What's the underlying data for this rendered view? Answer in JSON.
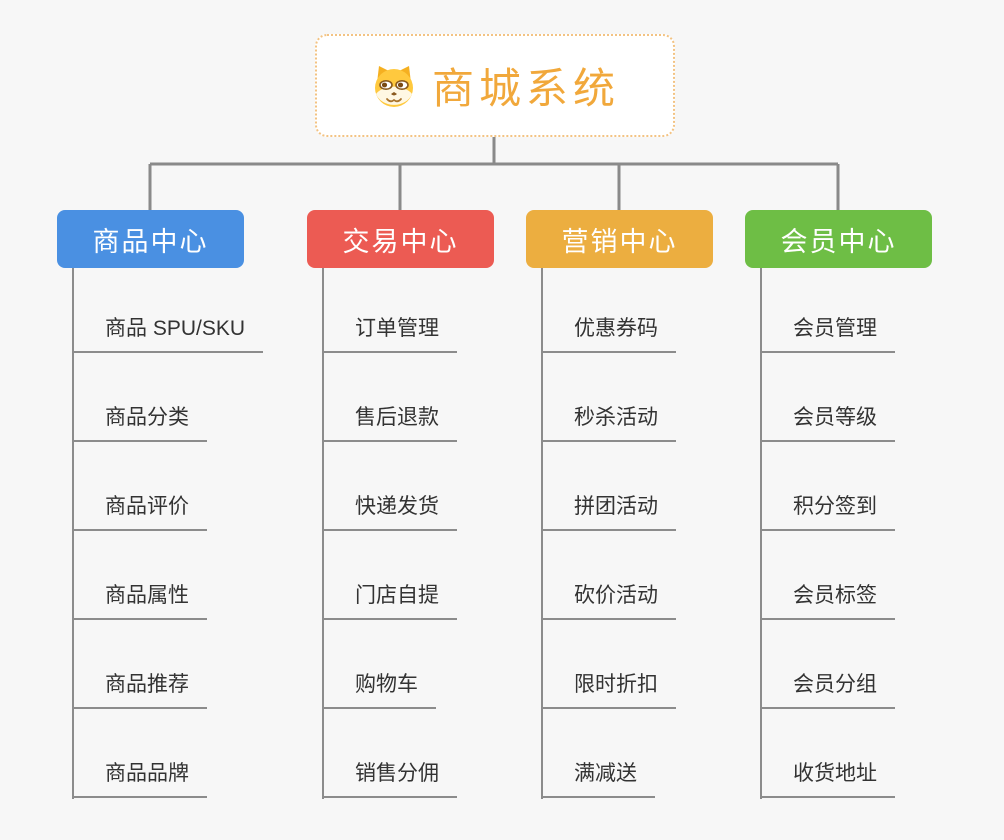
{
  "root": {
    "title": "商城系统",
    "icon": "dog-face-icon"
  },
  "branches": [
    {
      "label": "商品中心",
      "color": "#4a90e2",
      "items": [
        "商品 SPU/SKU",
        "商品分类",
        "商品评价",
        "商品属性",
        "商品推荐",
        "商品品牌"
      ]
    },
    {
      "label": "交易中心",
      "color": "#ec5b53",
      "items": [
        "订单管理",
        "售后退款",
        "快递发货",
        "门店自提",
        "购物车",
        "销售分佣"
      ]
    },
    {
      "label": "营销中心",
      "color": "#ecae40",
      "items": [
        "优惠券码",
        "秒杀活动",
        "拼团活动",
        "砍价活动",
        "限时折扣",
        "满减送"
      ]
    },
    {
      "label": "会员中心",
      "color": "#6ebe45",
      "items": [
        "会员管理",
        "会员等级",
        "积分签到",
        "会员标签",
        "会员分组",
        "收货地址"
      ]
    }
  ],
  "colors": {
    "canvas_bg": "#f7f7f7",
    "root_bg": "#ffffff",
    "root_border": "#f3c383",
    "root_text": "#f1a83b",
    "connector_line": "#8a8a8a",
    "leaf_line": "#8c8c8c",
    "leaf_text": "#333333",
    "branch_text": "#ffffff"
  }
}
